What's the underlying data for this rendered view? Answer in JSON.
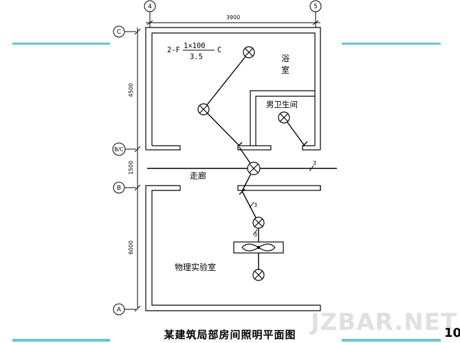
{
  "axes": {
    "col_4": "4",
    "col_5": "5",
    "row_C": "C",
    "row_BC": "B/C",
    "row_B": "B",
    "row_A": "A"
  },
  "dimensions": {
    "width_top": "3900",
    "height_upper": "4500",
    "height_corridor": "1500",
    "height_lower": "6000"
  },
  "rooms": {
    "bathroom_line1": "浴",
    "bathroom_line2": "室",
    "mens_toilet": "男卫生间",
    "corridor": "走廊",
    "physics_lab": "物理实验室"
  },
  "annotation": {
    "prefix": "2-F",
    "numerator": "1×100",
    "denominator": "3.5",
    "suffix": "C"
  },
  "wire_marks": {
    "corridor_right": "3",
    "lab_upper": "3",
    "lab_lower": "3"
  },
  "caption": "某建筑局部房间照明平面图",
  "page_number": "10",
  "watermark": "JZBAR.NET",
  "colors": {
    "accent_bars": "#5fc8d6",
    "lines": "#000000"
  }
}
